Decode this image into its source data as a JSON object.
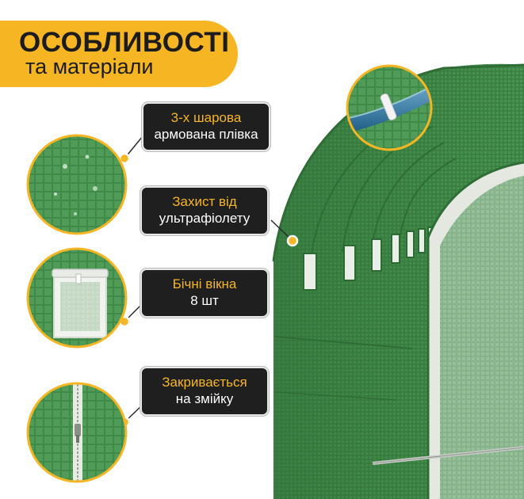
{
  "title": {
    "line1": "ОСОБЛИВОСТІ",
    "line2": "та матеріали"
  },
  "features": [
    {
      "line1": "3-х шарова",
      "line2": "армована плівка"
    },
    {
      "line1": "Захист від",
      "line2": "ультрафіолету"
    },
    {
      "line1": "Бічні вікна",
      "line2": "8 шт"
    },
    {
      "line1": "Закривається",
      "line2": "на змійку"
    }
  ],
  "colors": {
    "accent": "#f6b624",
    "callout_bg": "#1f1f1f",
    "mesh_green": "#3f8a48"
  },
  "icons": [
    "mesh-closeup-icon",
    "window-closeup-icon",
    "zipper-closeup-icon",
    "roof-tube-closeup-icon"
  ]
}
